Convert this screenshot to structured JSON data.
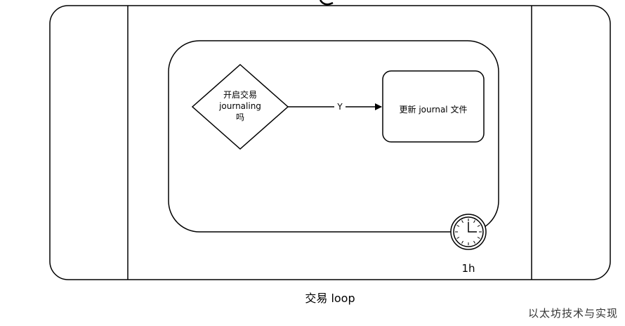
{
  "diagram": {
    "decision": {
      "line1": "开启交易",
      "line2": "journaling",
      "line3": "吗"
    },
    "edge_label": "Y",
    "task_label": "更新 journal 文件",
    "timer_label": "1h",
    "loop_label": "交易  loop"
  },
  "watermark": "以太坊技术与实现",
  "colors": {
    "stroke": "#000000",
    "background": "#ffffff"
  }
}
